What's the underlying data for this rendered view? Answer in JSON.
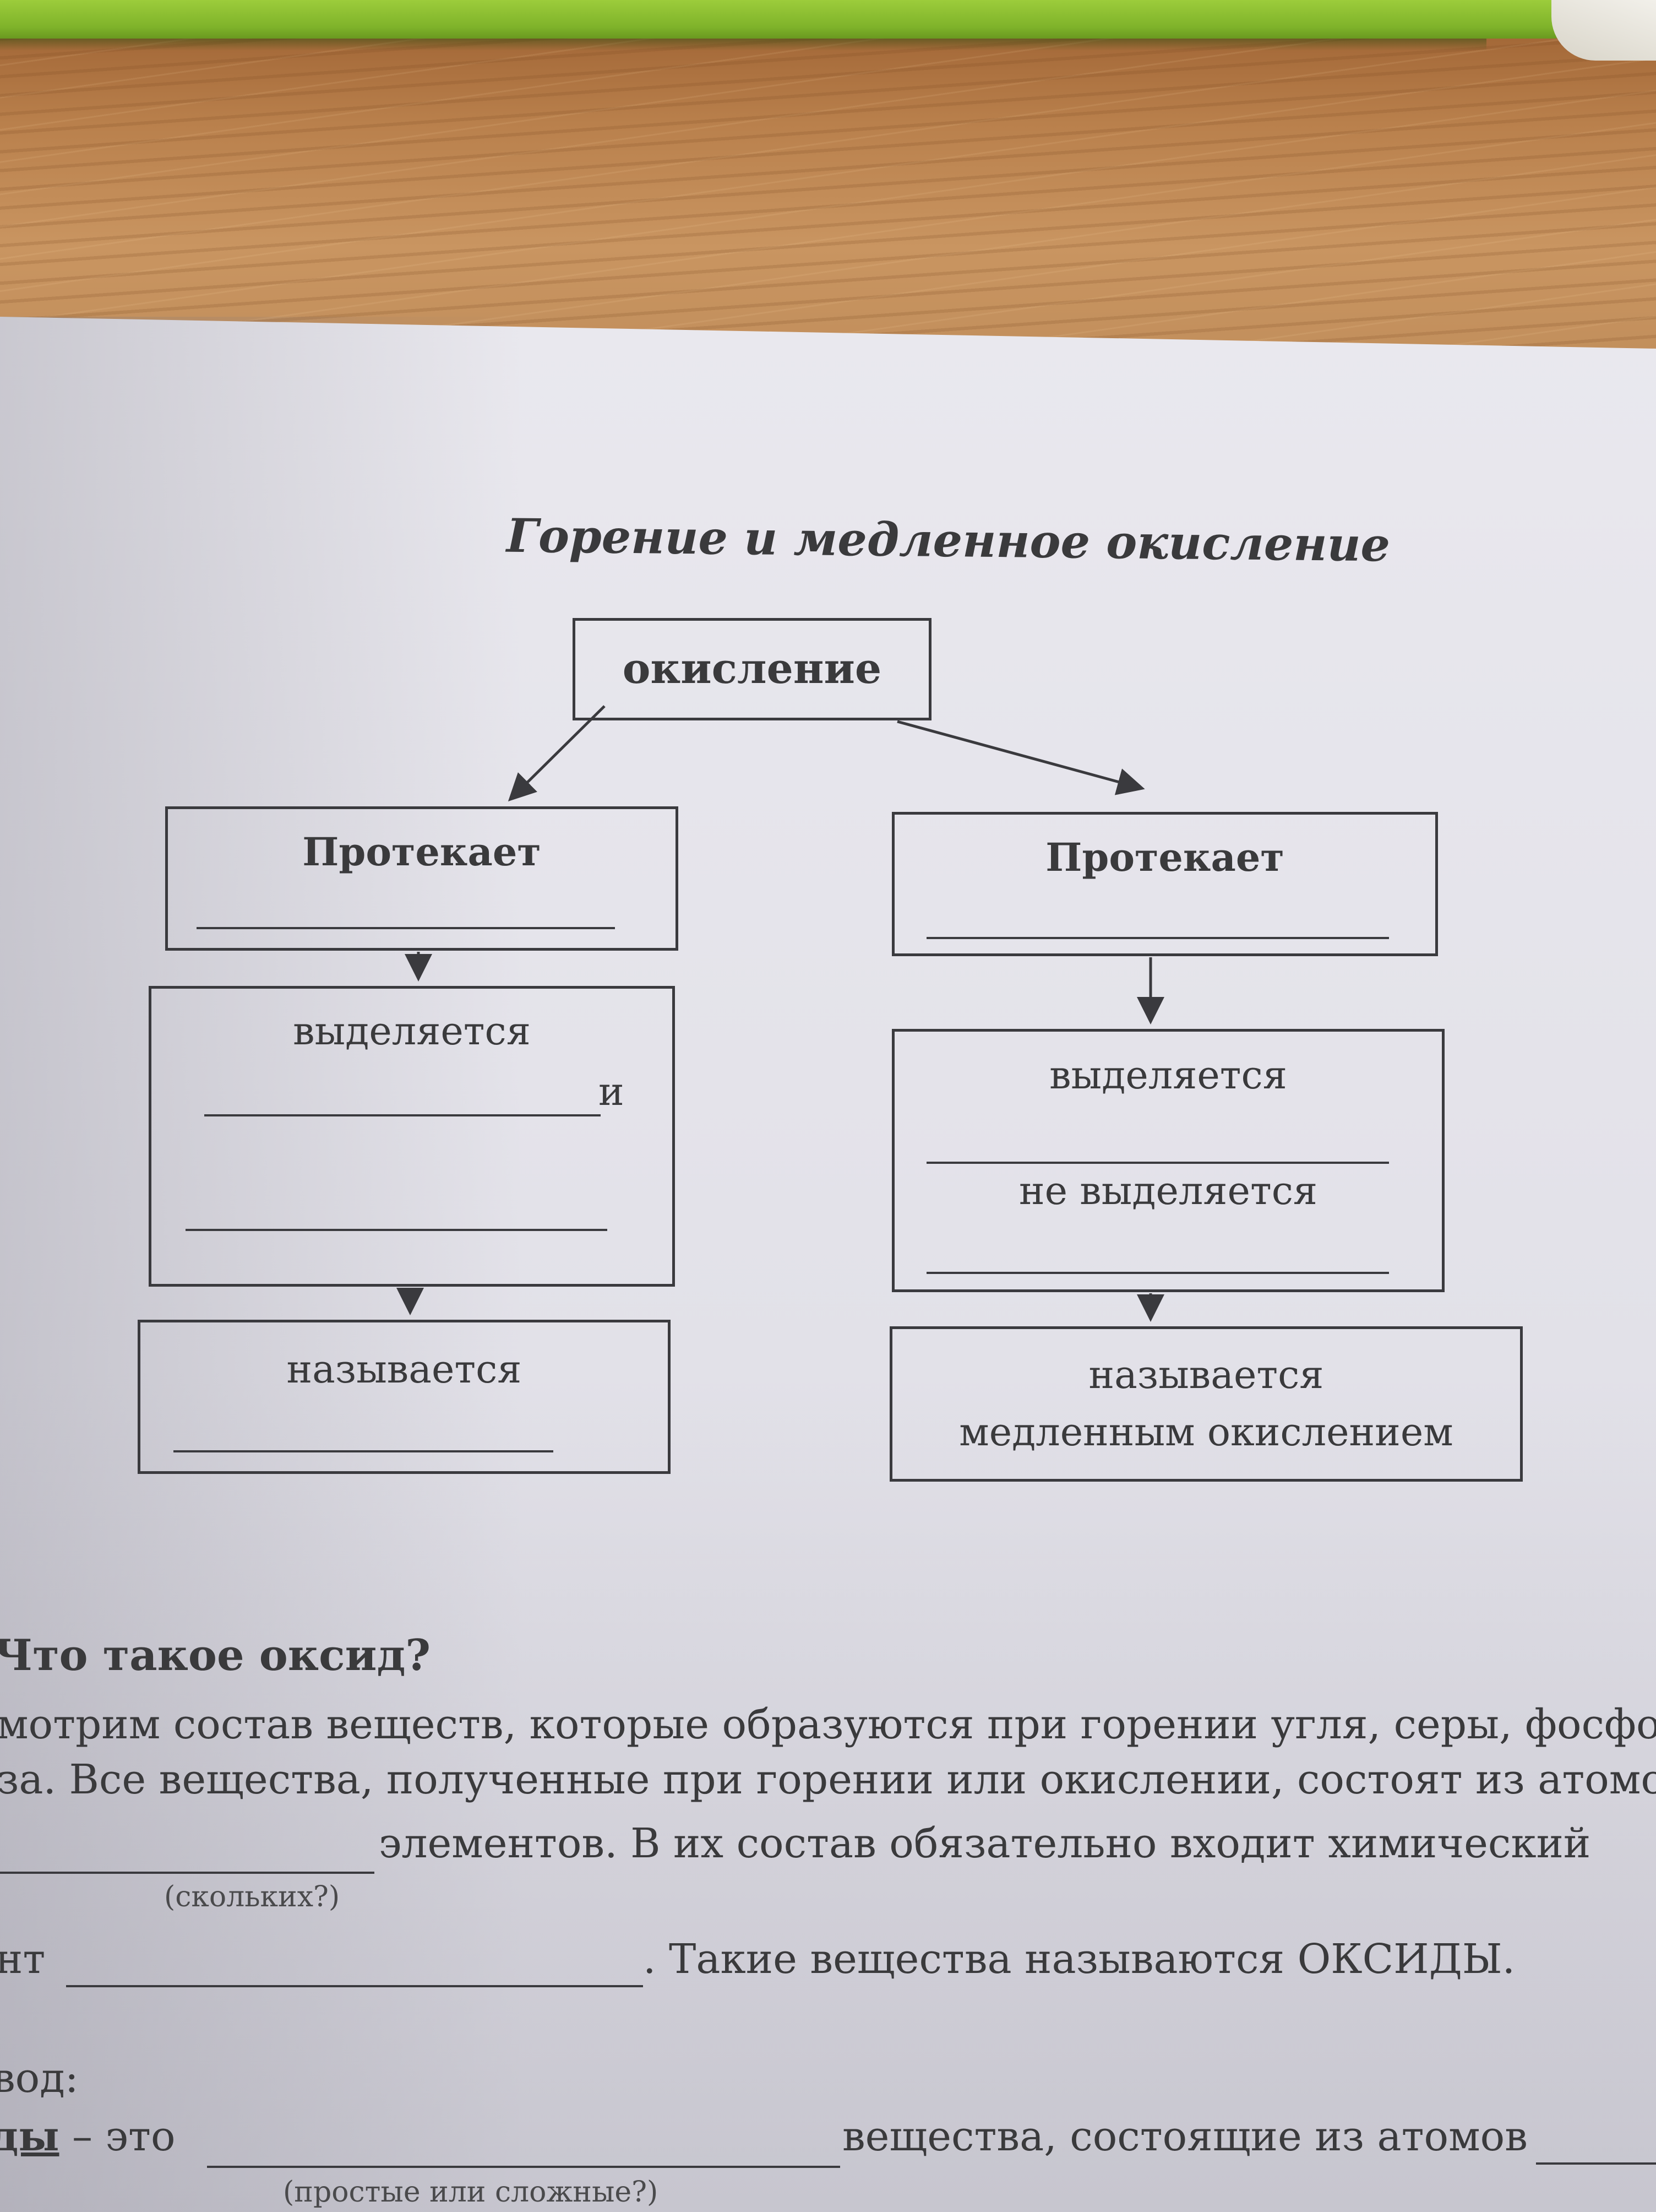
{
  "title": "Горение и медленное окисление",
  "diagram": {
    "root": "окисление",
    "left": {
      "box1": "Протекает",
      "box2": "выделяется",
      "box2_and": "и",
      "box3": "называется"
    },
    "right": {
      "box1": "Протекает",
      "box2_line1": "выделяется",
      "box2_line2": "не выделяется",
      "box3_line1": "называется",
      "box3_line2": "медленным окислением"
    }
  },
  "section": {
    "heading": "Что такое оксид?",
    "line1": "мотрим состав веществ, которые образуются при горении угля, серы, фосфор",
    "line2": "за.  Все вещества, полученные при горении или окислении, состоят из атомо",
    "line3": "элементов. В их состав обязательно входит химический",
    "hint1": "(скольких?)",
    "line4_prefix": "нт",
    "line4_suffix": ". Такие вещества называются ОКСИДЫ.",
    "conclusion_label": "вод:",
    "def_term": "ды",
    "def_dash": " – это",
    "def_suffix": "вещества, состоящие из атомов",
    "hint2": "(простые или сложные?)"
  }
}
